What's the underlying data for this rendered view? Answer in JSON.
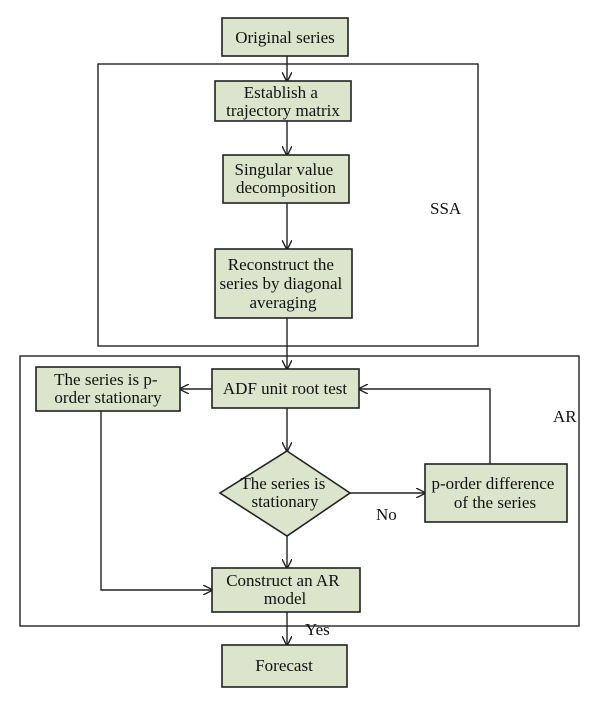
{
  "nodes": {
    "original": [
      "Original series"
    ],
    "trajectory": [
      "Establish a",
      "trajectory matrix"
    ],
    "svd": [
      "Singular value",
      "decomposition"
    ],
    "reconstruct": [
      "Reconstruct the",
      "series by diagonal",
      "averaging"
    ],
    "adf": [
      "ADF unit root test"
    ],
    "stationary_p": [
      "The series is p-",
      "order stationary"
    ],
    "decision": [
      "The series is",
      "stationary"
    ],
    "difference": [
      "p-order difference",
      "of the series"
    ],
    "construct": [
      "Construct an AR",
      "model"
    ],
    "forecast": [
      "Forecast"
    ]
  },
  "groups": {
    "ssa": "SSA",
    "ar": "AR"
  },
  "edge_labels": {
    "no": "No",
    "yes": "Yes"
  }
}
